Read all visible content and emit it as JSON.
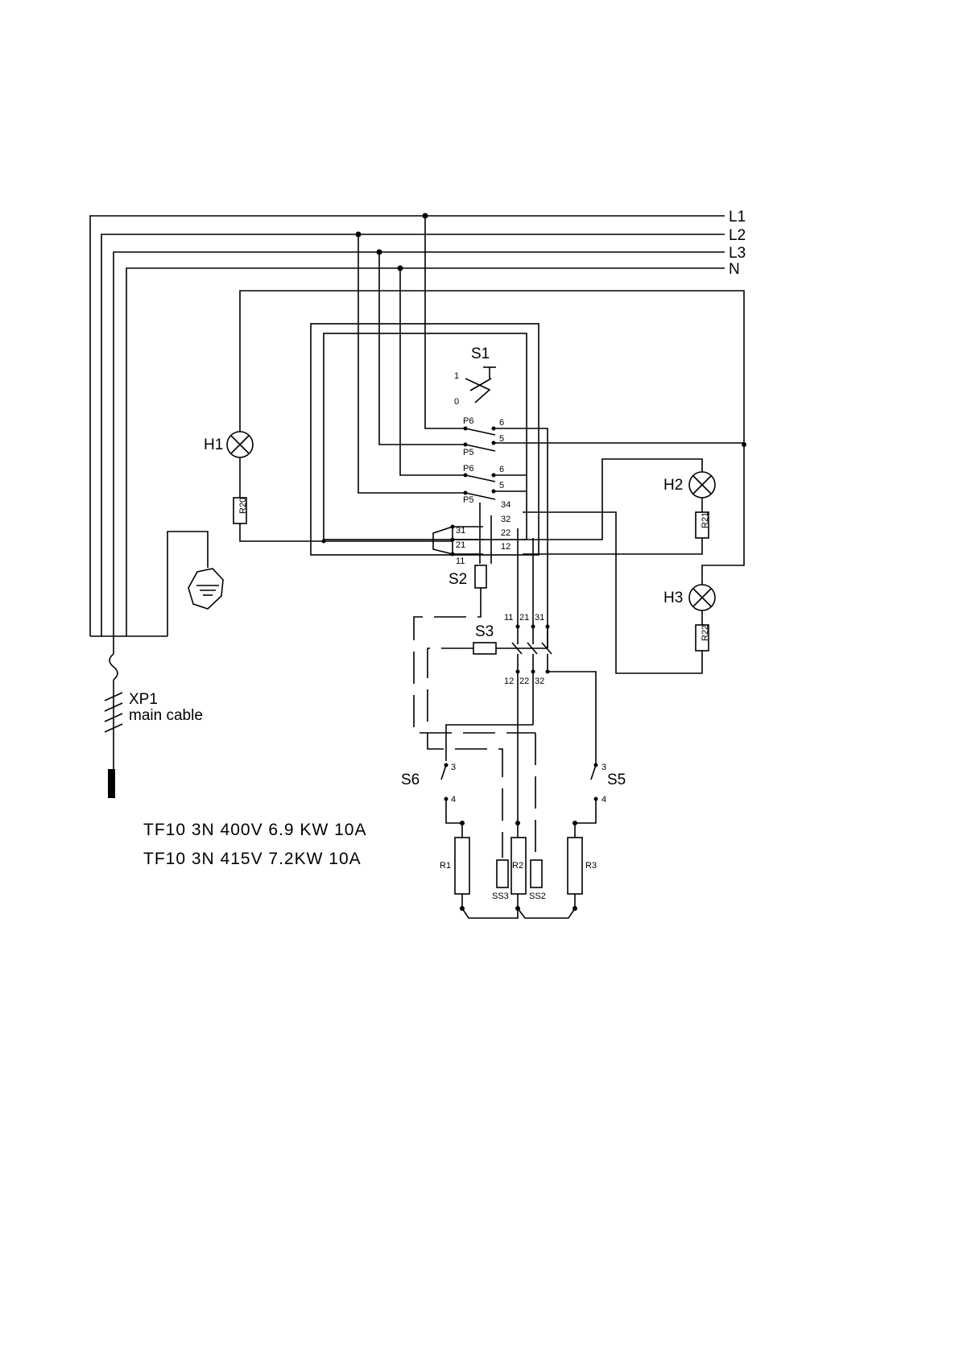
{
  "bus": {
    "l1": "L1",
    "l2": "L2",
    "l3": "L3",
    "n": "N"
  },
  "components": {
    "s1": "S1",
    "s2": "S2",
    "s3": "S3",
    "s5": "S5",
    "s6": "S6",
    "h1": "H1",
    "h2": "H2",
    "h3": "H3",
    "r20": "R20",
    "r21": "R21",
    "r22": "R22",
    "r1": "R1",
    "r2": "R2",
    "r3": "R3",
    "ss2": "SS2",
    "ss3": "SS3"
  },
  "cable": {
    "id": "XP1",
    "label": "main cable"
  },
  "pins": {
    "s1_on": "1",
    "s1_off": "0",
    "p6": "P6",
    "p5": "P5",
    "t6": "6",
    "t5": "5",
    "t34": "34",
    "t32": "32",
    "t22": "22",
    "t12": "12",
    "t31": "31",
    "t21": "21",
    "t11": "11",
    "s3_11": "11",
    "s3_21": "21",
    "s3_31": "31",
    "s3_12": "12",
    "s3_22": "22",
    "s3_32": "32",
    "t3": "3",
    "t4": "4"
  },
  "notes": {
    "line1": "TF10 3N 400V 6.9 KW 10A",
    "line2": "TF10 3N 415V 7.2KW 10A"
  }
}
